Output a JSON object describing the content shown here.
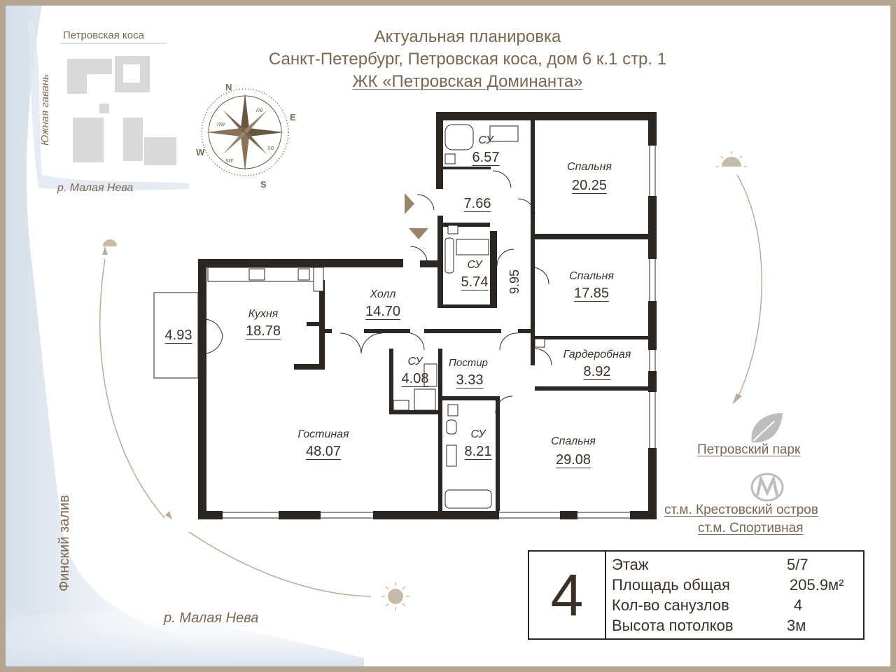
{
  "header": {
    "line1": "Актуальная планировка",
    "line2": "Санкт-Петербург, Петровская коса, дом 6 к.1 стр. 1",
    "line3": "ЖК «Петровская Доминанта»"
  },
  "minimap": {
    "top_label": "Петровская коса",
    "side_label": "Южная гавань",
    "bottom_label": "р. Малая Нева"
  },
  "compass": {
    "n": "N",
    "e": "E",
    "s": "S",
    "w": "W",
    "ne": "ne",
    "se": "se",
    "sw": "sw",
    "nw": "nw"
  },
  "geo": {
    "gulf": "Финский залив",
    "river": "р. Малая Нева",
    "park": "Петровский парк",
    "metro1": "ст.м. Крестовский остров",
    "metro2": "ст.м. Спортивная"
  },
  "rooms": [
    {
      "name": "СУ",
      "area": "6.57"
    },
    {
      "name": "",
      "area": "7.66"
    },
    {
      "name": "Спальня",
      "area": "20.25"
    },
    {
      "name": "СУ",
      "area": "5.74"
    },
    {
      "name": "",
      "area": "9.95"
    },
    {
      "name": "Спальня",
      "area": "17.85"
    },
    {
      "name": "Холл",
      "area": "14.70"
    },
    {
      "name": "Кухня",
      "area": "18.78"
    },
    {
      "name": "",
      "area": "4.93"
    },
    {
      "name": "Гардеробная",
      "area": "8.92"
    },
    {
      "name": "СУ",
      "area": "4.08"
    },
    {
      "name": "Постир",
      "area": "3.33"
    },
    {
      "name": "Гостиная",
      "area": "48.07"
    },
    {
      "name": "СУ",
      "area": "8.21"
    },
    {
      "name": "Спальня",
      "area": "29.08"
    }
  ],
  "info": {
    "rooms_count": "4",
    "floor_label": "Этаж",
    "floor_value": "5/7",
    "area_label": "Площадь общая",
    "area_value": "205.9м²",
    "bath_label": "Кол-во санузлов",
    "bath_value": "4",
    "height_label": "Высота потолков",
    "height_value": "3м"
  },
  "colors": {
    "wall": "#2b2622",
    "accent": "#7e6a52",
    "frame": "#b5a58e",
    "water": "#dfe6f0"
  },
  "icons": [
    "compass-rose-icon",
    "sun-icon",
    "leaf-icon",
    "metro-icon"
  ]
}
